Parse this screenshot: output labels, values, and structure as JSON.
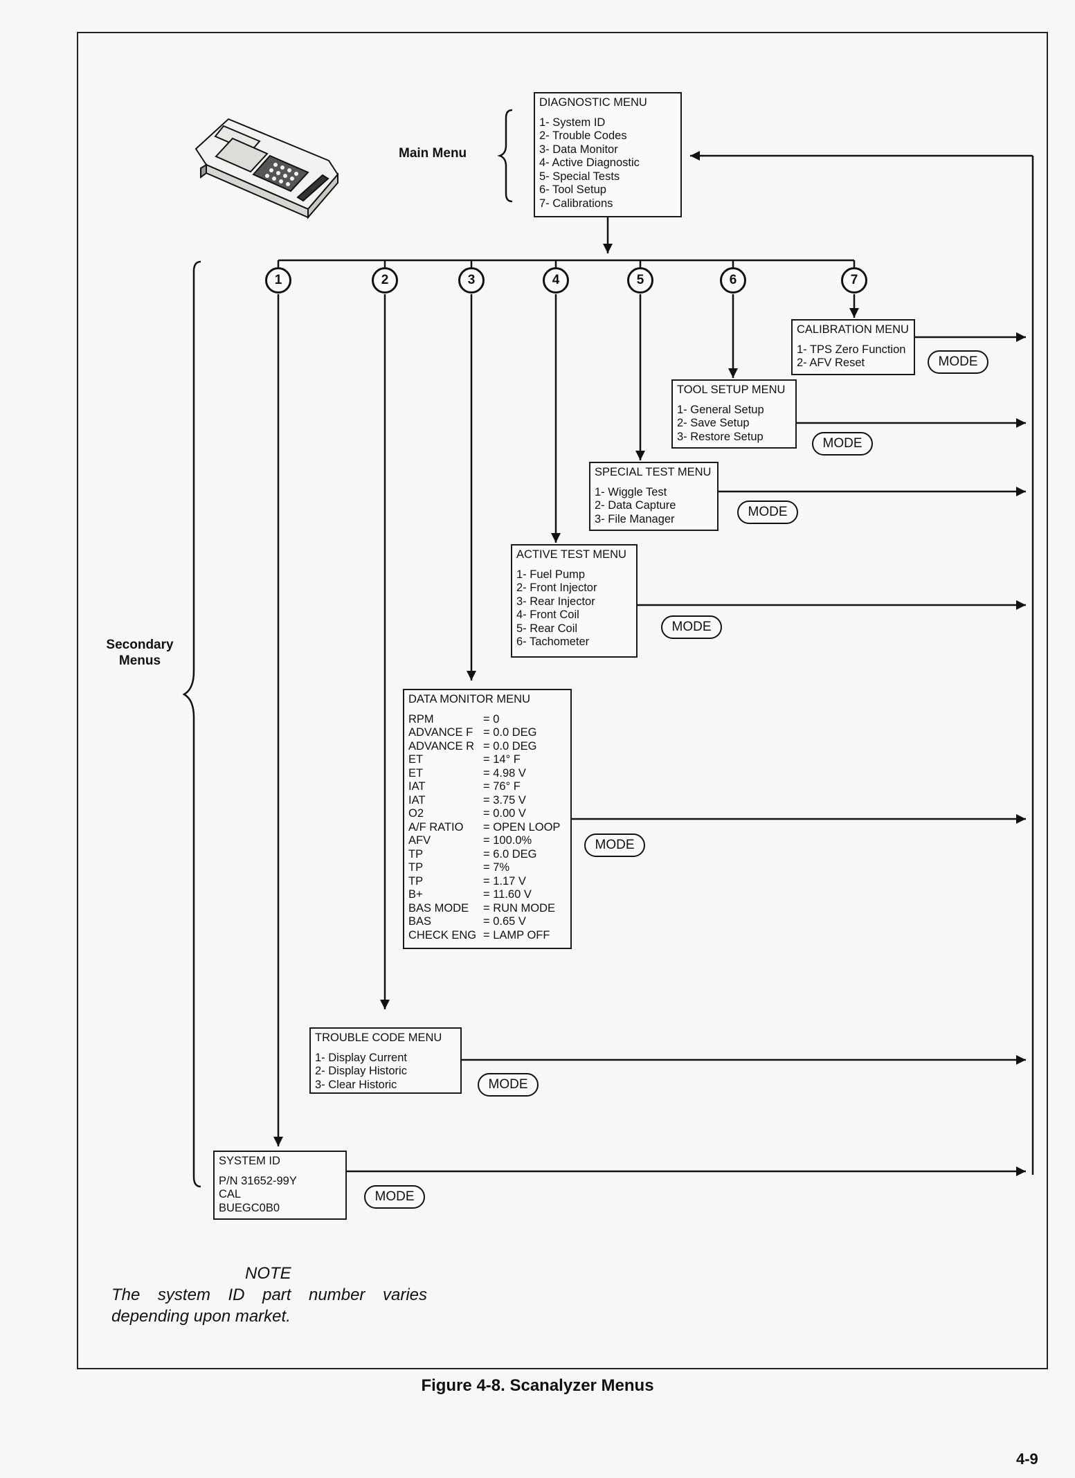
{
  "diagram": {
    "main_menu_label": "Main Menu",
    "secondary_menus_label": "Secondary\nMenus",
    "diagnostic_menu": {
      "title": "DIAGNOSTIC MENU",
      "items": [
        "1- System ID",
        "2- Trouble Codes",
        "3- Data Monitor",
        "4- Active Diagnostic",
        "5- Special Tests",
        "6- Tool Setup",
        "7- Calibrations"
      ]
    },
    "branch_numbers": [
      "1",
      "2",
      "3",
      "4",
      "5",
      "6",
      "7"
    ],
    "mode_label": "MODE",
    "calibration_menu": {
      "title": "CALIBRATION MENU",
      "items": [
        "1- TPS Zero Function",
        "2- AFV Reset"
      ]
    },
    "tool_setup_menu": {
      "title": "TOOL SETUP MENU",
      "items": [
        "1- General Setup",
        "2- Save Setup",
        "3- Restore Setup"
      ]
    },
    "special_test_menu": {
      "title": "SPECIAL TEST MENU",
      "items": [
        "1- Wiggle Test",
        "2- Data Capture",
        "3- File Manager"
      ]
    },
    "active_test_menu": {
      "title": "ACTIVE TEST MENU",
      "items": [
        "1- Fuel Pump",
        "2- Front Injector",
        "3- Rear Injector",
        "4- Front Coil",
        "5- Rear Coil",
        "6- Tachometer"
      ]
    },
    "data_monitor_menu": {
      "title": "DATA MONITOR MENU",
      "rows": [
        {
          "name": "RPM",
          "value": "= 0"
        },
        {
          "name": "ADVANCE F",
          "value": "= 0.0 DEG"
        },
        {
          "name": "ADVANCE R",
          "value": "= 0.0 DEG"
        },
        {
          "name": "ET",
          "value": "= 14° F"
        },
        {
          "name": "ET",
          "value": "= 4.98 V"
        },
        {
          "name": "IAT",
          "value": "= 76° F"
        },
        {
          "name": "IAT",
          "value": "= 3.75 V"
        },
        {
          "name": "O2",
          "value": "= 0.00 V"
        },
        {
          "name": "A/F RATIO",
          "value": "= OPEN LOOP"
        },
        {
          "name": "AFV",
          "value": "= 100.0%"
        },
        {
          "name": "TP",
          "value": "= 6.0 DEG"
        },
        {
          "name": "TP",
          "value": "= 7%"
        },
        {
          "name": "TP",
          "value": "= 1.17 V"
        },
        {
          "name": "B+",
          "value": "= 11.60 V"
        },
        {
          "name": "BAS MODE",
          "value": "= RUN MODE"
        },
        {
          "name": "BAS",
          "value": "= 0.65 V"
        },
        {
          "name": "CHECK ENG",
          "value": "= LAMP OFF"
        }
      ]
    },
    "trouble_code_menu": {
      "title": "TROUBLE CODE MENU",
      "items": [
        "1- Display Current",
        "2- Display Historic",
        "3- Clear Historic"
      ]
    },
    "system_id": {
      "title": "SYSTEM ID",
      "items": [
        "P/N 31652-99Y",
        "CAL",
        "BUEGC0B0"
      ]
    },
    "note": {
      "title": "NOTE",
      "text": "The system ID part number varies depending upon market."
    }
  },
  "caption": "Figure 4-8. Scanalyzer Menus",
  "page_number": "4-9"
}
